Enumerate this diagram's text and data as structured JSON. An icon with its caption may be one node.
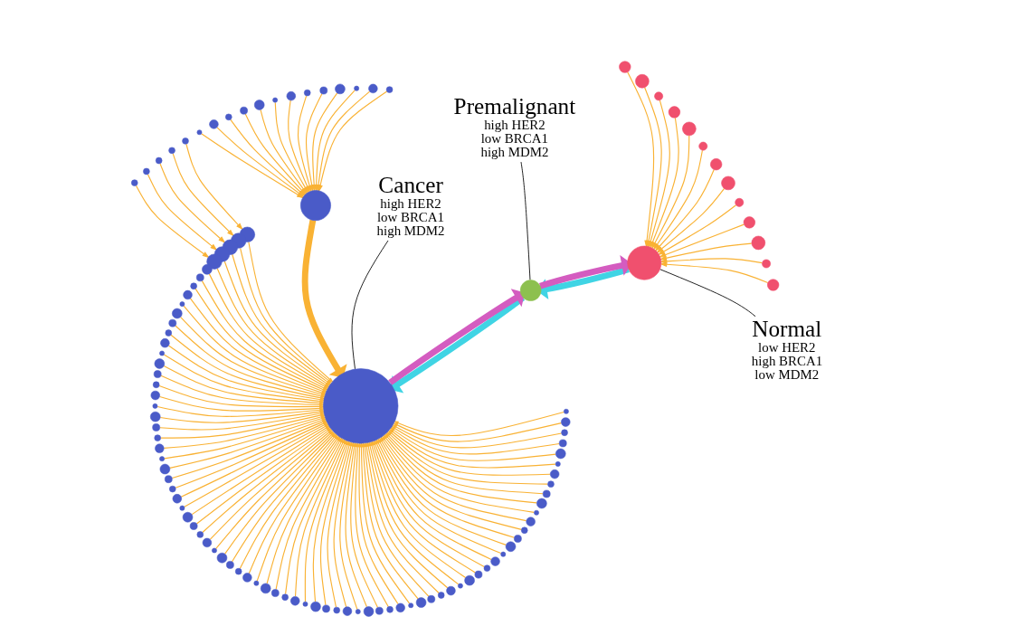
{
  "diagram": {
    "nodes": [
      {
        "text": [
          "Normal",
          "low HER2 high BRCA1 low MDM2"
        ]
      },
      {
        "text": [],
        "shape": "circle"
      },
      {
        "text": [
          "Premalignant",
          "high HER2 low BRCA1 high MDM2"
        ]
      },
      {
        "text": [],
        "shape": "circle"
      },
      {
        "text": [],
        "shape": "circle"
      },
      {
        "text": [
          "Cancer",
          "high HER2 low BRCA1 high MDM2"
        ]
      },
      {
        "text": [],
        "shape": "circle"
      },
      {
        "text": [],
        "shape": "circle"
      },
      {
        "text": [],
        "shape": "circle"
      },
      {
        "text": [],
        "shape": "circle"
      },
      {
        "text": [],
        "shape": "circle"
      },
      {
        "text": [],
        "shape": "circle"
      },
      {
        "text": [],
        "shape": "circle"
      },
      {
        "text": [],
        "shape": "circle"
      },
      {
        "text": [],
        "shape": "circle"
      },
      {
        "text": [],
        "shape": "circle"
      },
      {
        "text": [],
        "shape": "circle"
      },
      {
        "text": [],
        "shape": "circle"
      },
      {
        "text": [],
        "shape": "circle"
      },
      {
        "text": [],
        "shape": "circle"
      },
      {
        "text": [],
        "shape": "circle"
      },
      {
        "text": [],
        "shape": "circle"
      },
      {
        "text": [],
        "shape": "circle"
      },
      {
        "text": [],
        "shape": "circle"
      },
      {
        "text": [],
        "shape": "circle"
      },
      {
        "text": [],
        "shape": "circle"
      },
      {
        "text": [],
        "shape": "circle"
      },
      {
        "text": [],
        "shape": "circle"
      },
      {
        "text": [],
        "shape": "circle"
      },
      {
        "text": [],
        "shape": "circle"
      },
      {
        "text": [],
        "shape": "circle"
      },
      {
        "text": [],
        "shape": "circle"
      },
      {
        "text": [],
        "shape": "circle"
      },
      {
        "text": [],
        "shape": "circle"
      },
      {
        "text": [],
        "shape": "circle"
      },
      {
        "text": [],
        "shape": "circle"
      },
      {
        "text": [],
        "shape": "circle"
      },
      {
        "text": [],
        "shape": "circle"
      },
      {
        "text": [],
        "shape": "circle"
      },
      {
        "text": [],
        "shape": "circle"
      },
      {
        "text": [],
        "shape": "circle"
      },
      {
        "text": [],
        "shape": "circle"
      },
      {
        "text": [],
        "shape": "circle"
      },
      {
        "text": [],
        "shape": "circle"
      },
      {
        "text": [],
        "shape": "circle"
      },
      {
        "text": [],
        "shape": "circle"
      },
      {
        "text": [],
        "shape": "circle"
      },
      {
        "text": [],
        "shape": "circle"
      },
      {
        "text": [],
        "shape": "circle"
      },
      {
        "text": [],
        "shape": "circle"
      },
      {
        "text": [],
        "shape": "circle"
      },
      {
        "text": [],
        "shape": "circle"
      },
      {
        "text": [],
        "shape": "circle"
      },
      {
        "text": [],
        "shape": "circle"
      },
      {
        "text": [],
        "shape": "circle"
      },
      {
        "text": [],
        "shape": "circle"
      },
      {
        "text": [],
        "shape": "circle"
      },
      {
        "text": [],
        "shape": "circle"
      },
      {
        "text": [],
        "shape": "circle"
      },
      {
        "text": [],
        "shape": "circle"
      },
      {
        "text": [],
        "shape": "circle"
      },
      {
        "text": [],
        "shape": "circle"
      },
      {
        "text": [],
        "shape": "circle"
      },
      {
        "text": [],
        "shape": "circle"
      },
      {
        "text": [],
        "shape": "circle"
      },
      {
        "text": [],
        "shape": "circle"
      },
      {
        "text": [],
        "shape": "circle"
      },
      {
        "text": [],
        "shape": "circle"
      },
      {
        "text": [],
        "shape": "circle"
      },
      {
        "text": [],
        "shape": "circle"
      },
      {
        "text": [],
        "shape": "circle"
      },
      {
        "text": [],
        "shape": "circle"
      },
      {
        "text": [],
        "shape": "circle"
      },
      {
        "text": [],
        "shape": "circle"
      },
      {
        "text": [],
        "shape": "circle"
      },
      {
        "text": [],
        "shape": "circle"
      },
      {
        "text": [],
        "shape": "circle"
      },
      {
        "text": [],
        "shape": "circle"
      },
      {
        "text": [],
        "shape": "circle"
      },
      {
        "text": [],
        "shape": "circle"
      },
      {
        "text": [],
        "shape": "circle"
      },
      {
        "text": [],
        "shape": "circle"
      },
      {
        "text": [],
        "shape": "circle"
      },
      {
        "text": [],
        "shape": "circle"
      },
      {
        "text": [],
        "shape": "circle"
      },
      {
        "text": [],
        "shape": "circle"
      },
      {
        "text": [],
        "shape": "circle"
      },
      {
        "text": [],
        "shape": "circle"
      },
      {
        "text": [],
        "shape": "circle"
      },
      {
        "text": [],
        "shape": "circle"
      },
      {
        "text": [],
        "shape": "circle"
      },
      {
        "text": [],
        "shape": "circle"
      },
      {
        "text": [],
        "shape": "circle"
      },
      {
        "text": [],
        "shape": "circle"
      },
      {
        "text": [],
        "shape": "circle"
      },
      {
        "text": [],
        "shape": "circle"
      },
      {
        "text": [],
        "shape": "circle"
      },
      {
        "text": [],
        "shape": "circle"
      },
      {
        "text": [],
        "shape": "circle"
      },
      {
        "text": [],
        "shape": "circle"
      },
      {
        "text": [],
        "shape": "circle"
      },
      {
        "text": [],
        "shape": "circle"
      },
      {
        "text": [],
        "shape": "circle"
      },
      {
        "text": [],
        "shape": "circle"
      },
      {
        "text": [],
        "shape": "circle"
      },
      {
        "text": [],
        "shape": "circle"
      },
      {
        "text": [],
        "shape": "circle"
      },
      {
        "text": [],
        "shape": "circle"
      },
      {
        "text": [],
        "shape": "circle"
      },
      {
        "text": [],
        "shape": "circle"
      },
      {
        "text": [],
        "shape": "circle"
      },
      {
        "text": [],
        "shape": "circle"
      },
      {
        "text": [],
        "shape": "circle"
      },
      {
        "text": [],
        "shape": "circle"
      },
      {
        "text": [],
        "shape": "circle"
      },
      {
        "text": [],
        "shape": "circle"
      },
      {
        "text": [],
        "shape": "circle"
      },
      {
        "text": [],
        "shape": "circle"
      }
    ],
    "edges": [
      {
        "from": 0,
        "to": 1,
        "arrow": "none",
        "color": "#000000"
      },
      {
        "from": 2,
        "to": 3,
        "arrow": "none",
        "color": "#000000"
      },
      {
        "from": 5,
        "to": 4,
        "arrow": "none",
        "color": "#000000"
      },
      {
        "from": 1,
        "to": 3,
        "arrow": "to",
        "style": "thick",
        "color": "#40d4e4"
      },
      {
        "from": 3,
        "to": 1,
        "arrow": "to",
        "style": "thick",
        "color": "#d45cc0"
      },
      {
        "from": 4,
        "to": 3,
        "arrow": "to",
        "style": "thick",
        "color": "#d45cc0"
      },
      {
        "from": 3,
        "to": 4,
        "arrow": "to",
        "style": "thick",
        "color": "#40d4e4"
      },
      {
        "from": 6,
        "to": 1,
        "arrow": "to"
      },
      {
        "from": 7,
        "to": 1,
        "arrow": "to"
      },
      {
        "from": 8,
        "to": 1,
        "arrow": "to"
      },
      {
        "from": 9,
        "to": 1,
        "arrow": "to"
      },
      {
        "from": 10,
        "to": 1,
        "arrow": "to"
      },
      {
        "from": 11,
        "to": 1,
        "arrow": "to"
      },
      {
        "from": 12,
        "to": 1,
        "arrow": "to"
      },
      {
        "from": 13,
        "to": 1,
        "arrow": "to"
      },
      {
        "from": 14,
        "to": 1,
        "arrow": "to"
      },
      {
        "from": 15,
        "to": 1,
        "arrow": "to"
      },
      {
        "from": 16,
        "to": 1,
        "arrow": "to"
      },
      {
        "from": 17,
        "to": 1,
        "arrow": "to"
      },
      {
        "from": 18,
        "to": 1,
        "arrow": "to"
      },
      {
        "from": 19,
        "to": 4,
        "arrow": "to",
        "style": "thick"
      },
      {
        "from": 20,
        "to": 19,
        "arrow": "to"
      },
      {
        "from": 21,
        "to": 19,
        "arrow": "to"
      },
      {
        "from": 22,
        "to": 19,
        "arrow": "to"
      },
      {
        "from": 23,
        "to": 19,
        "arrow": "to"
      },
      {
        "from": 24,
        "to": 19,
        "arrow": "to"
      },
      {
        "from": 25,
        "to": 19,
        "arrow": "to"
      },
      {
        "from": 26,
        "to": 19,
        "arrow": "to"
      },
      {
        "from": 27,
        "to": 19,
        "arrow": "to"
      },
      {
        "from": 28,
        "to": 19,
        "arrow": "to"
      },
      {
        "from": 29,
        "to": 19,
        "arrow": "to"
      },
      {
        "from": 30,
        "to": 19,
        "arrow": "to"
      },
      {
        "from": 31,
        "to": 19,
        "arrow": "to"
      },
      {
        "from": 32,
        "to": 19,
        "arrow": "to"
      },
      {
        "from": 33,
        "to": 4,
        "arrow": "to"
      },
      {
        "from": 34,
        "to": 4,
        "arrow": "to"
      },
      {
        "from": 35,
        "to": 4,
        "arrow": "to"
      },
      {
        "from": 36,
        "to": 4,
        "arrow": "to"
      },
      {
        "from": 37,
        "to": 4,
        "arrow": "to"
      },
      {
        "from": 38,
        "to": 4,
        "arrow": "to"
      },
      {
        "from": 39,
        "to": 4,
        "arrow": "to"
      },
      {
        "from": 40,
        "to": 4,
        "arrow": "to"
      },
      {
        "from": 41,
        "to": 4,
        "arrow": "to"
      },
      {
        "from": 42,
        "to": 4,
        "arrow": "to"
      },
      {
        "from": 43,
        "to": 4,
        "arrow": "to"
      },
      {
        "from": 44,
        "to": 4,
        "arrow": "to"
      },
      {
        "from": 45,
        "to": 4,
        "arrow": "to"
      },
      {
        "from": 46,
        "to": 4,
        "arrow": "to"
      },
      {
        "from": 47,
        "to": 4,
        "arrow": "to"
      },
      {
        "from": 48,
        "to": 4,
        "arrow": "to"
      },
      {
        "from": 49,
        "to": 4,
        "arrow": "to"
      },
      {
        "from": 50,
        "to": 4,
        "arrow": "to"
      },
      {
        "from": 51,
        "to": 4,
        "arrow": "to"
      },
      {
        "from": 52,
        "to": 4,
        "arrow": "to"
      },
      {
        "from": 53,
        "to": 4,
        "arrow": "to"
      },
      {
        "from": 54,
        "to": 4,
        "arrow": "to"
      },
      {
        "from": 55,
        "to": 4,
        "arrow": "to"
      },
      {
        "from": 56,
        "to": 4,
        "arrow": "to"
      },
      {
        "from": 57,
        "to": 4,
        "arrow": "to"
      },
      {
        "from": 58,
        "to": 4,
        "arrow": "to"
      },
      {
        "from": 59,
        "to": 4,
        "arrow": "to"
      },
      {
        "from": 60,
        "to": 4,
        "arrow": "to"
      },
      {
        "from": 61,
        "to": 4,
        "arrow": "to"
      },
      {
        "from": 62,
        "to": 4,
        "arrow": "to"
      },
      {
        "from": 63,
        "to": 4,
        "arrow": "to"
      },
      {
        "from": 64,
        "to": 4,
        "arrow": "to"
      },
      {
        "from": 65,
        "to": 4,
        "arrow": "to"
      },
      {
        "from": 66,
        "to": 4,
        "arrow": "to"
      },
      {
        "from": 67,
        "to": 4,
        "arrow": "to"
      },
      {
        "from": 68,
        "to": 4,
        "arrow": "to"
      },
      {
        "from": 69,
        "to": 4,
        "arrow": "to"
      },
      {
        "from": 70,
        "to": 4,
        "arrow": "to"
      },
      {
        "from": 71,
        "to": 4,
        "arrow": "to"
      },
      {
        "from": 72,
        "to": 4,
        "arrow": "to"
      },
      {
        "from": 73,
        "to": 4,
        "arrow": "to"
      },
      {
        "from": 74,
        "to": 4,
        "arrow": "to"
      },
      {
        "from": 75,
        "to": 4,
        "arrow": "to"
      },
      {
        "from": 76,
        "to": 4,
        "arrow": "to"
      },
      {
        "from": 77,
        "to": 4,
        "arrow": "to"
      },
      {
        "from": 78,
        "to": 4,
        "arrow": "to"
      },
      {
        "from": 79,
        "to": 4,
        "arrow": "to"
      },
      {
        "from": 80,
        "to": 4,
        "arrow": "to"
      },
      {
        "from": 81,
        "to": 4,
        "arrow": "to"
      },
      {
        "from": 82,
        "to": 4,
        "arrow": "to"
      },
      {
        "from": 83,
        "to": 4,
        "arrow": "to"
      },
      {
        "from": 84,
        "to": 4,
        "arrow": "to"
      },
      {
        "from": 85,
        "to": 4,
        "arrow": "to"
      },
      {
        "from": 86,
        "to": 4,
        "arrow": "to"
      },
      {
        "from": 87,
        "to": 4,
        "arrow": "to"
      },
      {
        "from": 88,
        "to": 4,
        "arrow": "to"
      },
      {
        "from": 89,
        "to": 4,
        "arrow": "to"
      },
      {
        "from": 90,
        "to": 4,
        "arrow": "to"
      },
      {
        "from": 91,
        "to": 4,
        "arrow": "to"
      },
      {
        "from": 92,
        "to": 4,
        "arrow": "to"
      },
      {
        "from": 93,
        "to": 4,
        "arrow": "to"
      },
      {
        "from": 94,
        "to": 4,
        "arrow": "to"
      },
      {
        "from": 95,
        "to": 4,
        "arrow": "to"
      },
      {
        "from": 96,
        "to": 4,
        "arrow": "to"
      },
      {
        "from": 97,
        "to": 4,
        "arrow": "to"
      },
      {
        "from": 98,
        "to": 4,
        "arrow": "to"
      },
      {
        "from": 99,
        "to": 4,
        "arrow": "to"
      },
      {
        "from": 100,
        "to": 4,
        "arrow": "to"
      },
      {
        "from": 101,
        "to": 4,
        "arrow": "to"
      },
      {
        "from": 102,
        "to": 4,
        "arrow": "to"
      },
      {
        "from": 103,
        "to": 4,
        "arrow": "to"
      },
      {
        "from": 104,
        "to": 4,
        "arrow": "to"
      },
      {
        "from": 105,
        "to": 4,
        "arrow": "to"
      },
      {
        "from": 106,
        "to": 4,
        "arrow": "to"
      },
      {
        "from": 107,
        "to": 4,
        "arrow": "to"
      },
      {
        "from": 108,
        "to": 4,
        "arrow": "to"
      },
      {
        "from": 109,
        "to": 4,
        "arrow": "to"
      },
      {
        "from": 110,
        "to": 4,
        "arrow": "to"
      },
      {
        "from": 111,
        "to": 4,
        "arrow": "to"
      },
      {
        "from": 112,
        "to": 4,
        "arrow": "to"
      },
      {
        "from": 113,
        "to": 33,
        "arrow": "to"
      },
      {
        "from": 114,
        "to": 34,
        "arrow": "to"
      },
      {
        "from": 115,
        "to": 35,
        "arrow": "to"
      },
      {
        "from": 116,
        "to": 36,
        "arrow": "to"
      },
      {
        "from": 117,
        "to": 37,
        "arrow": "to"
      }
    ]
  }
}
